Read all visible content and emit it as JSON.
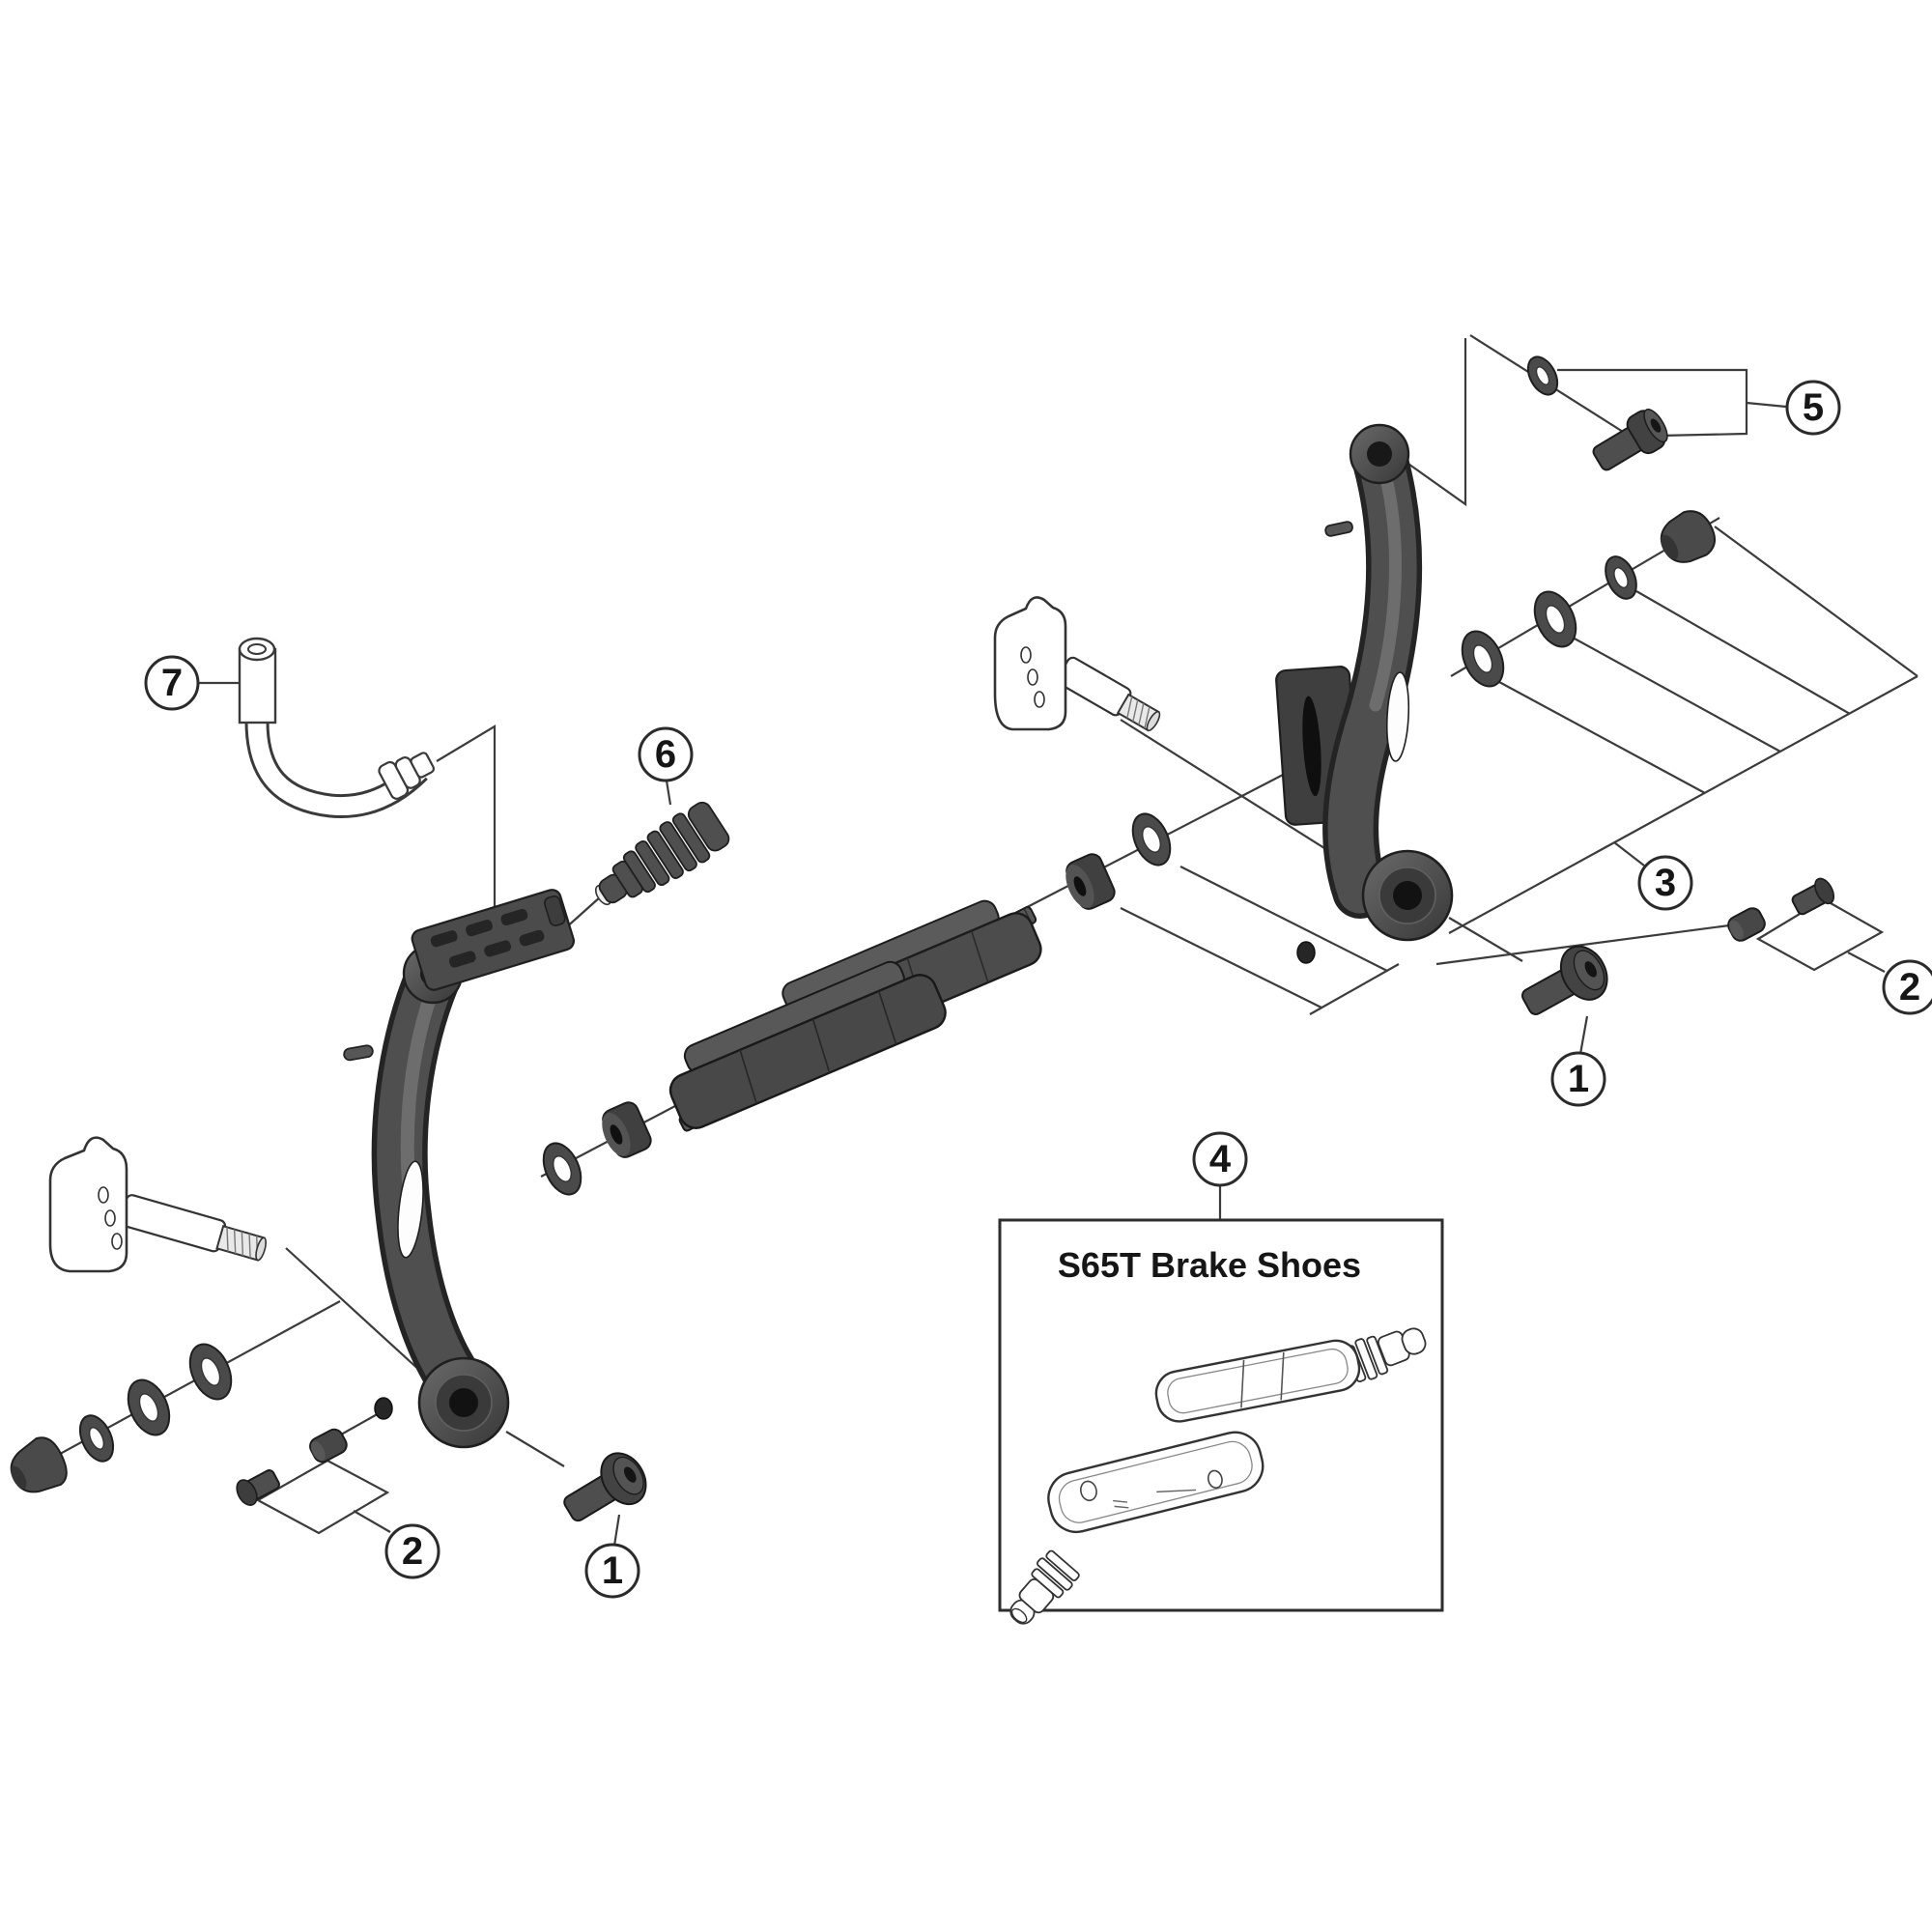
{
  "diagram": {
    "box": {
      "title": "S65T Brake Shoes"
    },
    "callouts": [
      {
        "id": "7",
        "label": "7"
      },
      {
        "id": "6",
        "label": "6"
      },
      {
        "id": "5",
        "label": "5"
      },
      {
        "id": "3",
        "label": "3"
      },
      {
        "id": "4",
        "label": "4"
      },
      {
        "id": "1-left",
        "label": "1"
      },
      {
        "id": "2-left",
        "label": "2"
      },
      {
        "id": "1-right",
        "label": "1"
      },
      {
        "id": "2-right",
        "label": "2"
      }
    ],
    "colors": {
      "line": "#3c3c3c",
      "part_dark": "#4a4a4a",
      "background": "#ffffff",
      "ink": "#161616"
    }
  }
}
